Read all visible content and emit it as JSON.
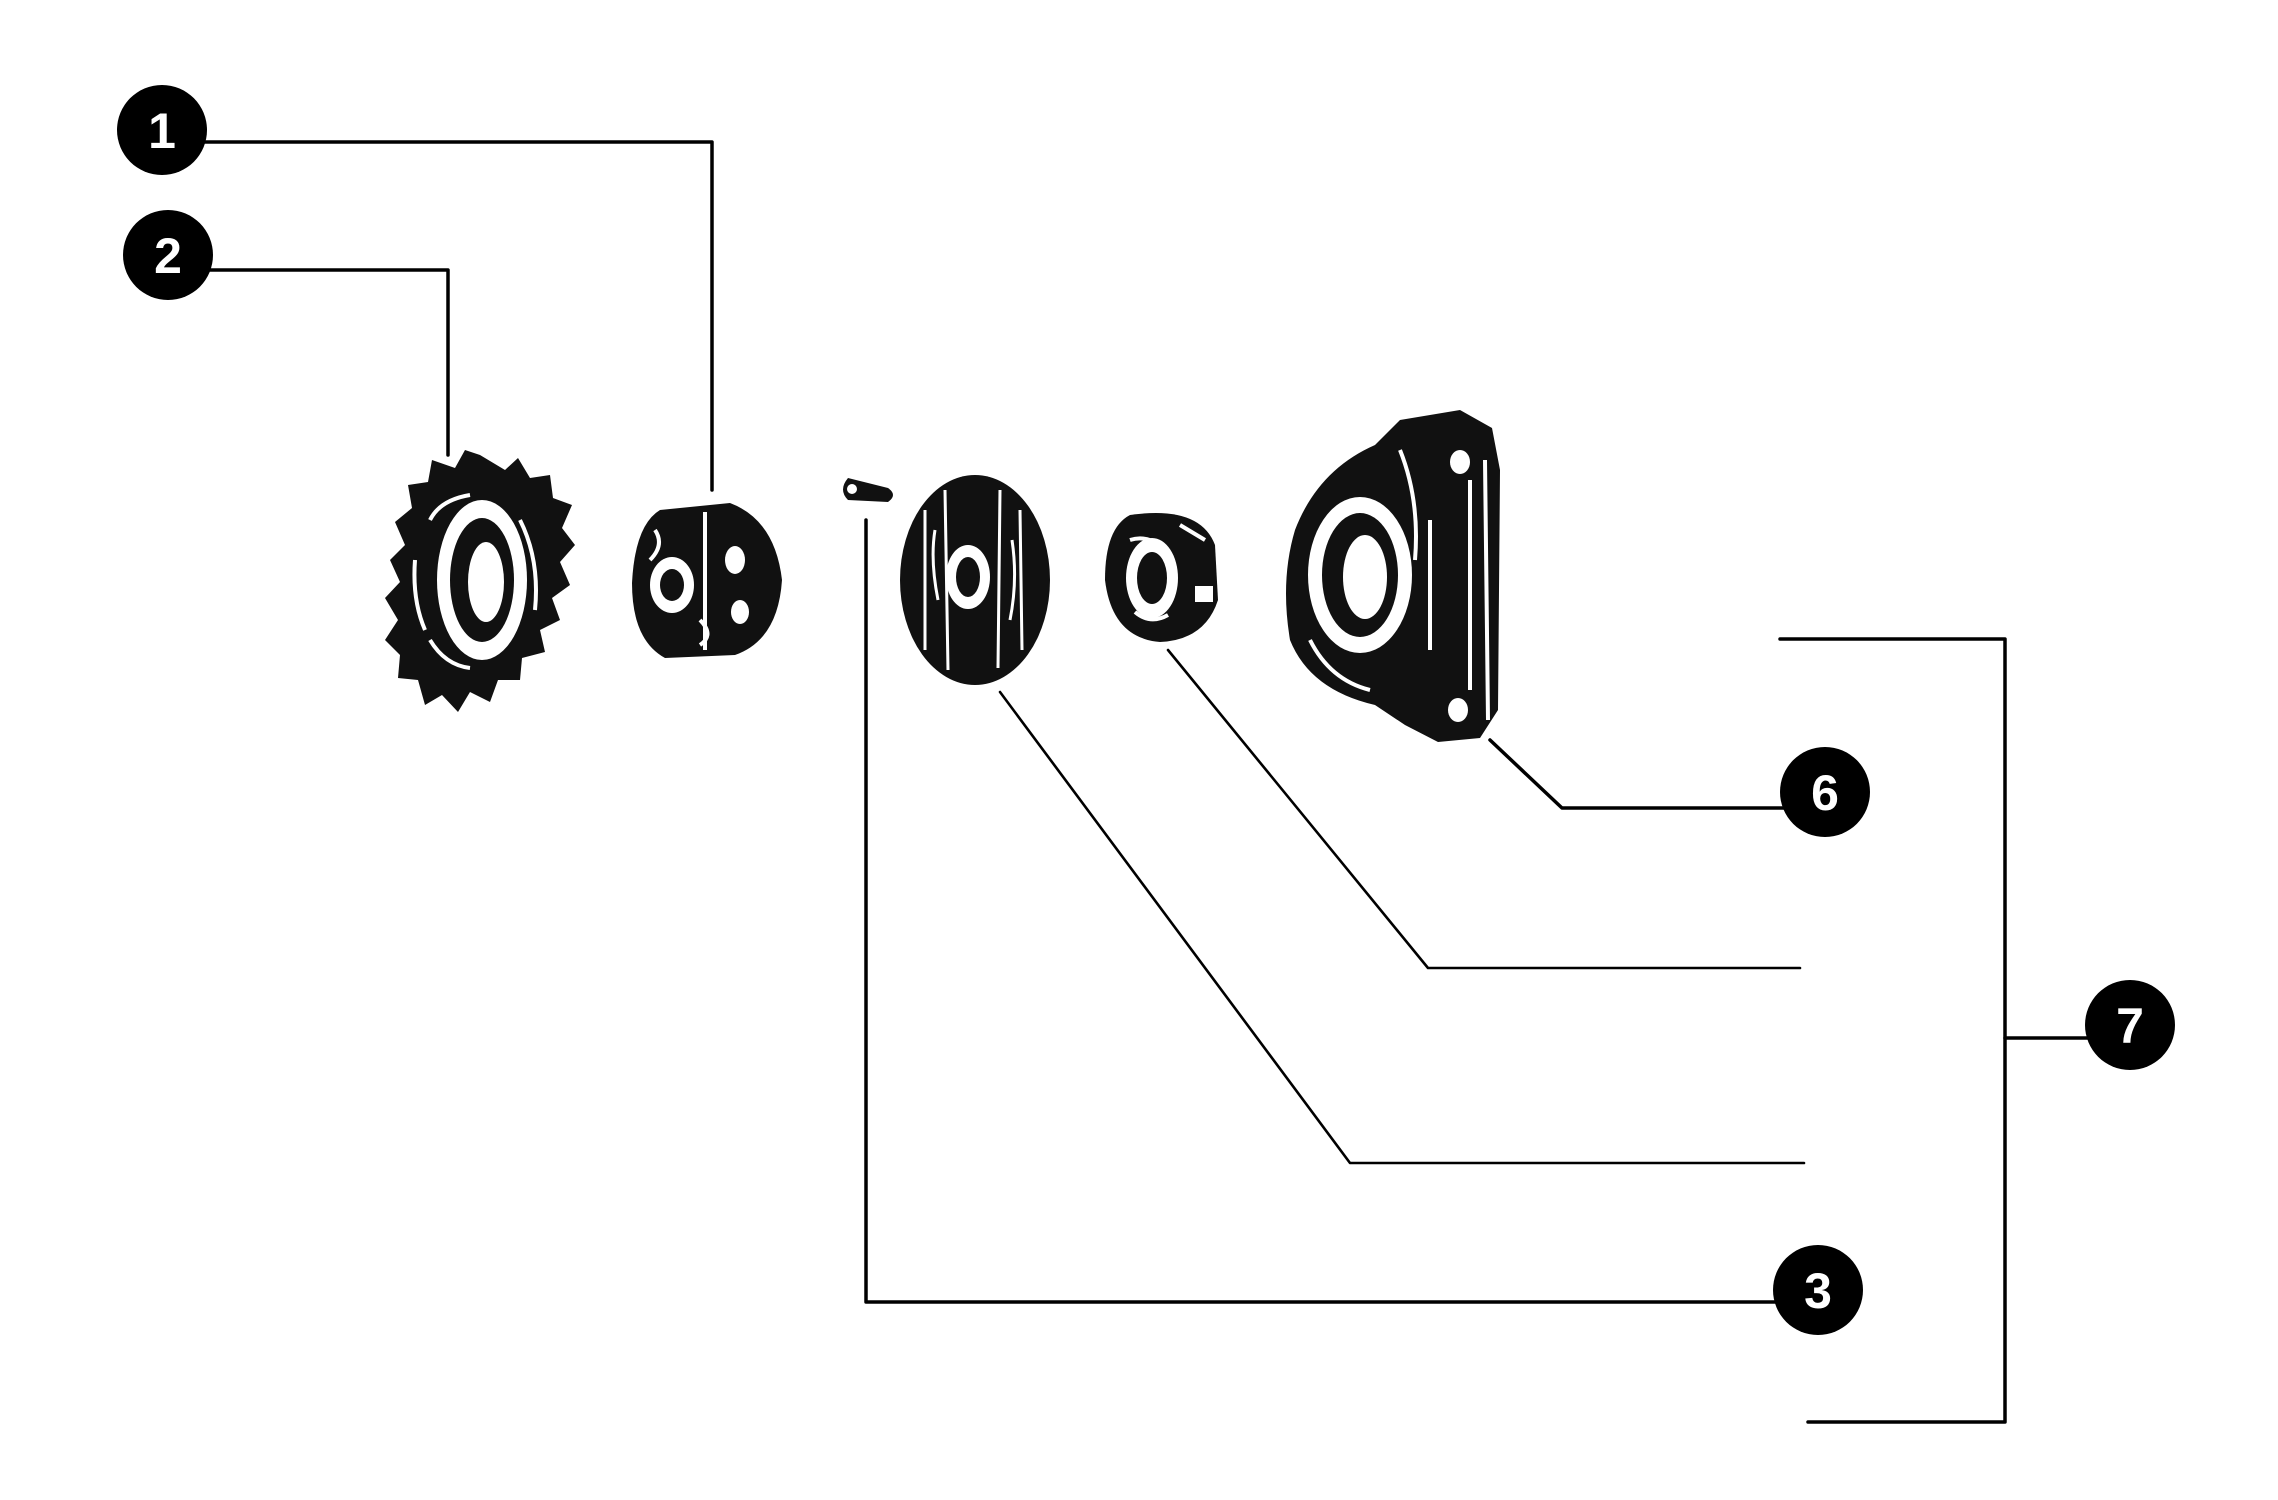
{
  "callouts": {
    "c1": "1",
    "c2": "2",
    "c3": "3",
    "c6": "6",
    "c7": "7"
  },
  "parts": [
    {
      "name": "sprocket-cog"
    },
    {
      "name": "lock-nut"
    },
    {
      "name": "key-pin"
    },
    {
      "name": "washer-plate"
    },
    {
      "name": "bearing-cone"
    },
    {
      "name": "flange-housing"
    }
  ],
  "colors": {
    "ink": "#000000",
    "background": "#ffffff"
  }
}
